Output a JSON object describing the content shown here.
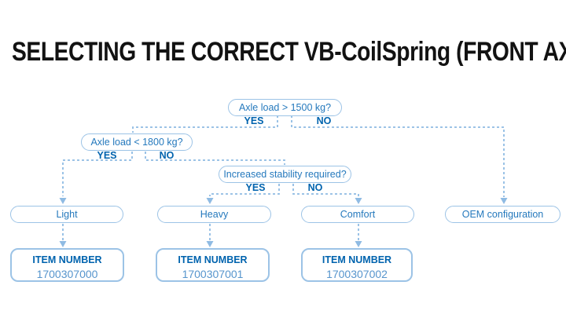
{
  "page": {
    "title": "SELECTING THE CORRECT VB-CoilSpring (FRONT AXLE)",
    "background": "#ffffff"
  },
  "colors": {
    "title_text": "#121212",
    "question_text": "#2579bd",
    "yes_no_text": "#0063ae",
    "item_heading_text": "#0063ae",
    "item_number_text": "#5795cd",
    "box_border": "#9cc3e6",
    "connector_line": "#8fbbe3"
  },
  "flowchart": {
    "decisions": [
      {
        "question": "Axle load > 1500 kg?",
        "yes_label": "YES",
        "no_label": "NO"
      },
      {
        "question": "Axle load < 1800 kg?",
        "yes_label": "YES",
        "no_label": "NO"
      },
      {
        "question": "Increased stability required?",
        "yes_label": "YES",
        "no_label": "NO"
      }
    ],
    "outcomes": [
      {
        "label": "Light"
      },
      {
        "label": "Heavy"
      },
      {
        "label": "Comfort"
      },
      {
        "label": "OEM configuration"
      }
    ],
    "items": [
      {
        "heading": "ITEM NUMBER",
        "number": "1700307000"
      },
      {
        "heading": "ITEM NUMBER",
        "number": "1700307001"
      },
      {
        "heading": "ITEM NUMBER",
        "number": "1700307002"
      }
    ]
  }
}
